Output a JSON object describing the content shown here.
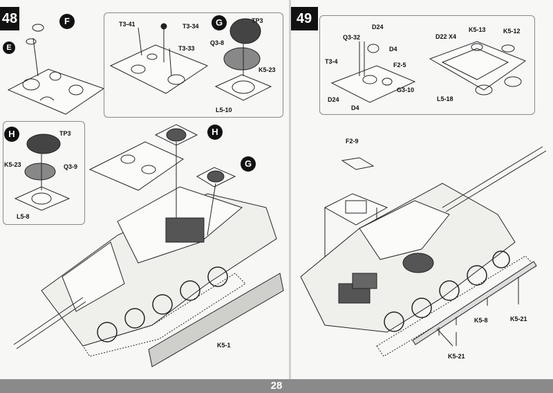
{
  "page": {
    "number": "28"
  },
  "step48": {
    "number": "48",
    "subassemblies": {
      "F": "F",
      "E": "E",
      "G": "G",
      "H": "H"
    },
    "parts": {
      "t3_41": "T3-41",
      "t3_34": "T3-34",
      "t3_33": "T3-33",
      "tp3_g": "TP3",
      "q3_8": "Q3-8",
      "k5_23_g": "K5-23",
      "l5_10": "L5-10",
      "tp3_h": "TP3",
      "k5_23_h": "K5-23",
      "q3_9": "Q3-9",
      "l5_8": "L5-8",
      "k5_1": "K5-1"
    }
  },
  "step49": {
    "number": "49",
    "parts": {
      "d24_a": "D24",
      "q3_32": "Q3-32",
      "d4_a": "D4",
      "t3_4": "T3-4",
      "f2_5": "F2-5",
      "g3_10": "G3-10",
      "d24_b": "D24",
      "d4_b": "D4",
      "d22_x4": "D22 X4",
      "k5_13": "K5-13",
      "k5_12": "K5-12",
      "l5_18": "L5-18",
      "f2_9": "F2-9",
      "k5_8": "K5-8",
      "k5_21_a": "K5-21",
      "k5_21_b": "K5-21"
    }
  },
  "colors": {
    "ink": "#111111",
    "panel": "#f2f2f0",
    "mesh": "#444444",
    "footer": "#8a8a8a"
  }
}
